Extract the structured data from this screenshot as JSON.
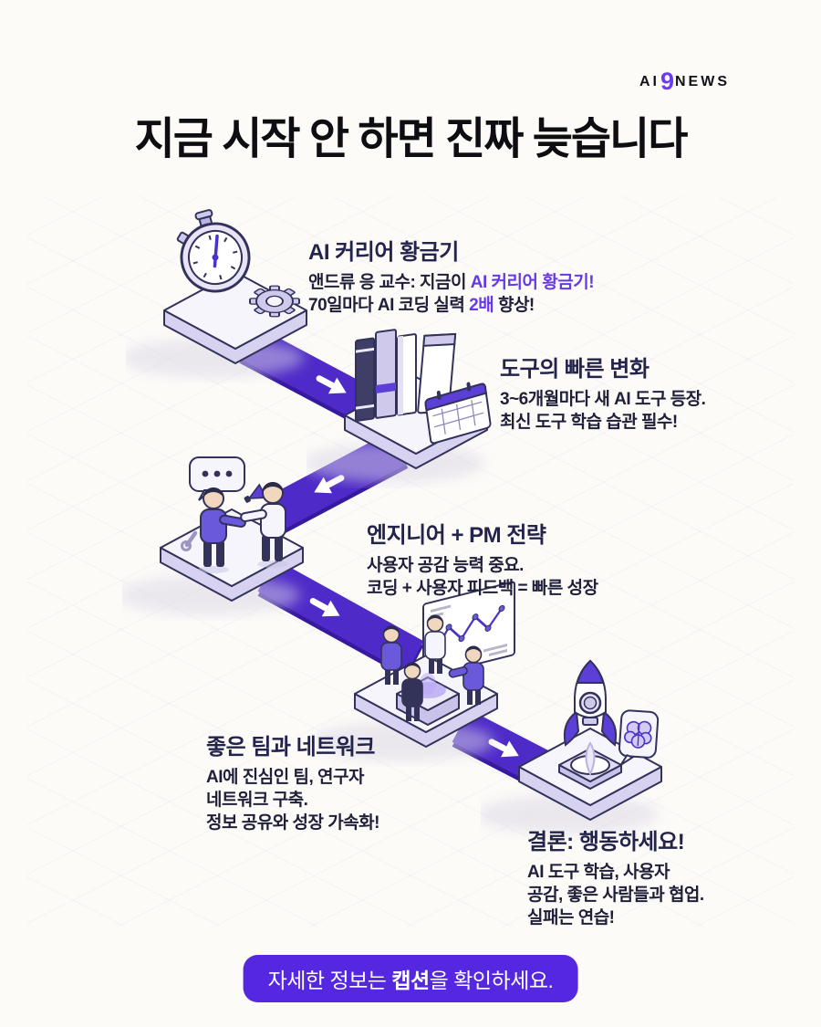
{
  "colors": {
    "background": "#FCFBF8",
    "path_purple": "#4E2BC8",
    "path_edge_purple": "#37199E",
    "accent_purple": "#6639E8",
    "heading_navy": "#23234B",
    "body_navy": "#1F1F3A",
    "button_purple": "#5527E0",
    "logo_nine_purple": "#6D3BEF"
  },
  "logo": {
    "prefix": "AI",
    "digit": "9",
    "suffix": "NEWS"
  },
  "title": "지금 시작 안 하면 진짜 늦습니다",
  "steps": [
    {
      "illustration": "stopwatch-gear-platform",
      "heading": "AI 커리어 황금기",
      "lines": [
        [
          "앤드류 응 교수: 지금이 ",
          "AI 커리어 황금기!"
        ],
        [
          "70일마다 AI 코딩 실력 ",
          "2배",
          " 향상!"
        ]
      ]
    },
    {
      "illustration": "books-calendar-platform",
      "heading": "도구의 빠른 변화",
      "lines": [
        [
          "3~6개월마다 새 AI 도구 등장."
        ],
        [
          "최신 도구 학습 습관 필수!"
        ]
      ]
    },
    {
      "illustration": "handshake-megaphone-platform",
      "heading": "엔지니어 + PM 전략",
      "lines": [
        [
          "사용자 공감 능력 중요."
        ],
        [
          "코딩 + 사용자 피드백 = 빠른 성장"
        ]
      ]
    },
    {
      "illustration": "team-table-chart-platform",
      "heading": "좋은 팀과 네트워크",
      "lines": [
        [
          "AI에 진심인 팀, 연구자"
        ],
        [
          "네트워크 구축."
        ],
        [
          "정보 공유와 성장 가속화!"
        ]
      ]
    },
    {
      "illustration": "rocket-brain-platform",
      "heading": "결론: 행동하세요!",
      "lines": [
        [
          "AI 도구 학습, 사용자"
        ],
        [
          "공감, 좋은 사람들과 협업."
        ],
        [
          "실패는 연습!"
        ]
      ]
    }
  ],
  "footer_button": {
    "prefix": "자세한 정보는 ",
    "bold": "캡션",
    "suffix": "을 확인하세요."
  }
}
